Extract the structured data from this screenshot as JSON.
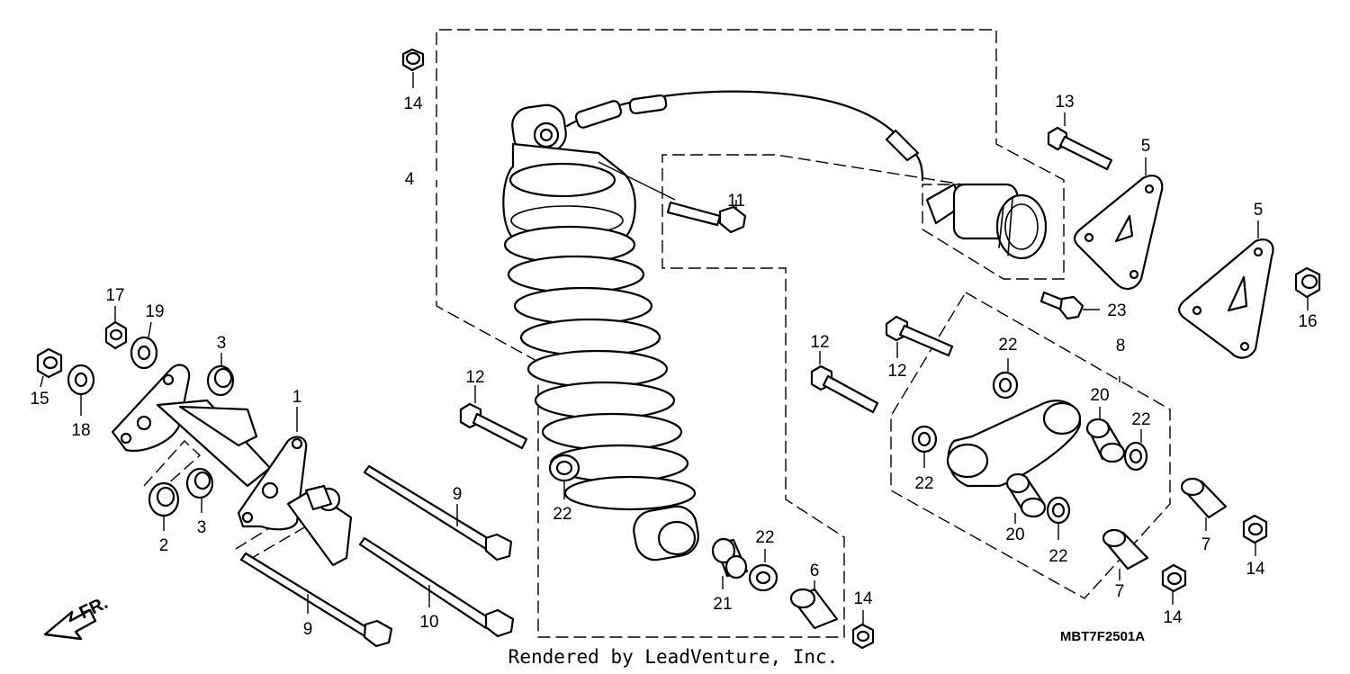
{
  "callouts": {
    "c14a": "14",
    "c14b": "14",
    "c14c": "14",
    "c14d": "14",
    "c13": "13",
    "c5a": "5",
    "c5b": "5",
    "c16": "16",
    "c4": "4",
    "c11": "11",
    "c23": "23",
    "c8": "8",
    "c12a": "12",
    "c12b": "12",
    "c12c": "12",
    "c22a": "22",
    "c22b": "22",
    "c22c": "22",
    "c22d": "22",
    "c22e": "22",
    "c22f": "22",
    "c20a": "20",
    "c20b": "20",
    "c7a": "7",
    "c7b": "7",
    "c17": "17",
    "c19": "19",
    "c15": "15",
    "c18": "18",
    "c3a": "3",
    "c3b": "3",
    "c1": "1",
    "c2": "2",
    "c9a": "9",
    "c9b": "9",
    "c10": "10",
    "c21": "21",
    "c6": "6"
  },
  "diagram_code": "MBT7F2501A",
  "credit": "Rendered by LeadVenture, Inc.",
  "direction_label": "FR."
}
